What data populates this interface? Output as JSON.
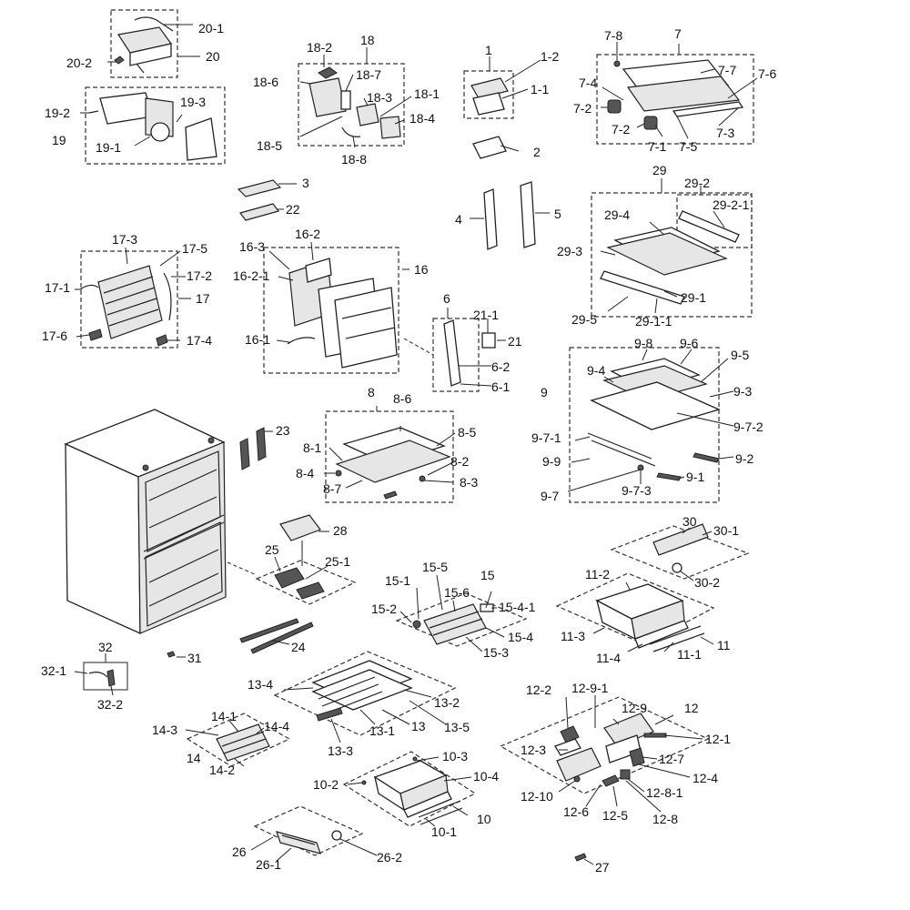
{
  "labels": {
    "l20_1": "20-1",
    "l20": "20",
    "l20_2": "20-2",
    "l19_2": "19-2",
    "l19_3": "19-3",
    "l19": "19",
    "l19_1": "19-1",
    "l18_2": "18-2",
    "l18": "18",
    "l18_7": "18-7",
    "l18_6": "18-6",
    "l18_3": "18-3",
    "l18_1": "18-1",
    "l18_4": "18-4",
    "l18_5": "18-5",
    "l18_8": "18-8",
    "l1": "1",
    "l1_2": "1-2",
    "l1_1": "1-1",
    "l2": "2",
    "l7_8": "7-8",
    "l7": "7",
    "l7_7": "7-7",
    "l7_6": "7-6",
    "l7_4": "7-4",
    "l7_2a": "7-2",
    "l7_2b": "7-2",
    "l7_1": "7-1",
    "l7_5": "7-5",
    "l7_3": "7-3",
    "l3": "3",
    "l22": "22",
    "l4": "4",
    "l5": "5",
    "l29": "29",
    "l29_2": "29-2",
    "l29_4": "29-4",
    "l29_2_1": "29-2-1",
    "l29_3": "29-3",
    "l29_1": "29-1",
    "l29_5": "29-5",
    "l29_1_1": "29-1-1",
    "l17_3": "17-3",
    "l17_5": "17-5",
    "l17_2": "17-2",
    "l17_1": "17-1",
    "l17": "17",
    "l17_6": "17-6",
    "l17_4": "17-4",
    "l16_2": "16-2",
    "l16_3": "16-3",
    "l16": "16",
    "l16_2_1": "16-2-1",
    "l16_1": "16-1",
    "l6": "6",
    "l21_1": "21-1",
    "l21": "21",
    "l6_2": "6-2",
    "l6_1": "6-1",
    "l9_8": "9-8",
    "l9_6": "9-6",
    "l9_5": "9-5",
    "l9_4": "9-4",
    "l9": "9",
    "l9_3": "9-3",
    "l9_7_2": "9-7-2",
    "l9_7_1": "9-7-1",
    "l9_2": "9-2",
    "l9_9": "9-9",
    "l9_1": "9-1",
    "l9_7": "9-7",
    "l9_7_3": "9-7-3",
    "l8": "8",
    "l8_6": "8-6",
    "l8_5": "8-5",
    "l8_1": "8-1",
    "l8_2": "8-2",
    "l8_4": "8-4",
    "l8_3": "8-3",
    "l8_7": "8-7",
    "l23": "23",
    "l28": "28",
    "l25": "25",
    "l25_1": "25-1",
    "l24": "24",
    "l30": "30",
    "l30_1": "30-1",
    "l30_2": "30-2",
    "l11_2": "11-2",
    "l11_3": "11-3",
    "l11_4": "11-4",
    "l11_1": "11-1",
    "l11": "11",
    "l15_5": "15-5",
    "l15": "15",
    "l15_1": "15-1",
    "l15_6": "15-6",
    "l15_2": "15-2",
    "l15_4_1": "15-4-1",
    "l15_4": "15-4",
    "l15_3": "15-3",
    "l32": "32",
    "l32_1": "32-1",
    "l32_2": "32-2",
    "l31": "31",
    "l13_4": "13-4",
    "l13_2": "13-2",
    "l13_1": "13-1",
    "l13": "13",
    "l13_5": "13-5",
    "l13_3": "13-3",
    "l14_1": "14-1",
    "l14_3": "14-3",
    "l14_4": "14-4",
    "l14": "14",
    "l14_2": "14-2",
    "l12_2": "12-2",
    "l12_9_1": "12-9-1",
    "l12_9": "12-9",
    "l12": "12",
    "l12_1": "12-1",
    "l12_3": "12-3",
    "l12_7": "12-7",
    "l12_4": "12-4",
    "l12_8_1": "12-8-1",
    "l12_10": "12-10",
    "l12_6": "12-6",
    "l12_5": "12-5",
    "l12_8": "12-8",
    "l10_3": "10-3",
    "l10_4": "10-4",
    "l10_2": "10-2",
    "l10": "10",
    "l10_1": "10-1",
    "l26": "26",
    "l26_1": "26-1",
    "l26_2": "26-2",
    "l27": "27"
  }
}
